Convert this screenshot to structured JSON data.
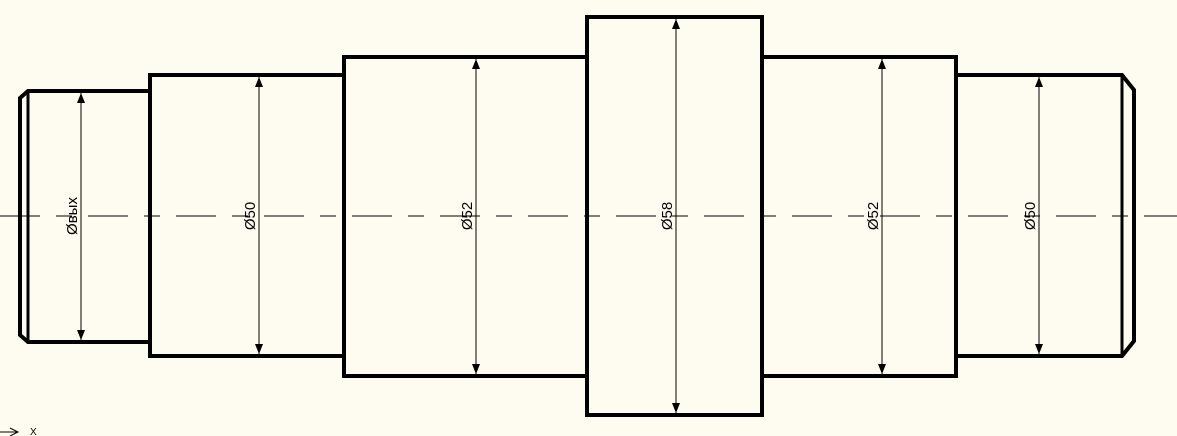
{
  "drawing": {
    "dimensions": [
      {
        "label": "Øвых"
      },
      {
        "label": "Ø50"
      },
      {
        "label": "Ø52"
      },
      {
        "label": "Ø58"
      },
      {
        "label": "Ø52"
      },
      {
        "label": "Ø50"
      }
    ],
    "ucs_axis_label": "X"
  },
  "colors": {
    "background": "#fefcf0",
    "lines": "#000000"
  }
}
